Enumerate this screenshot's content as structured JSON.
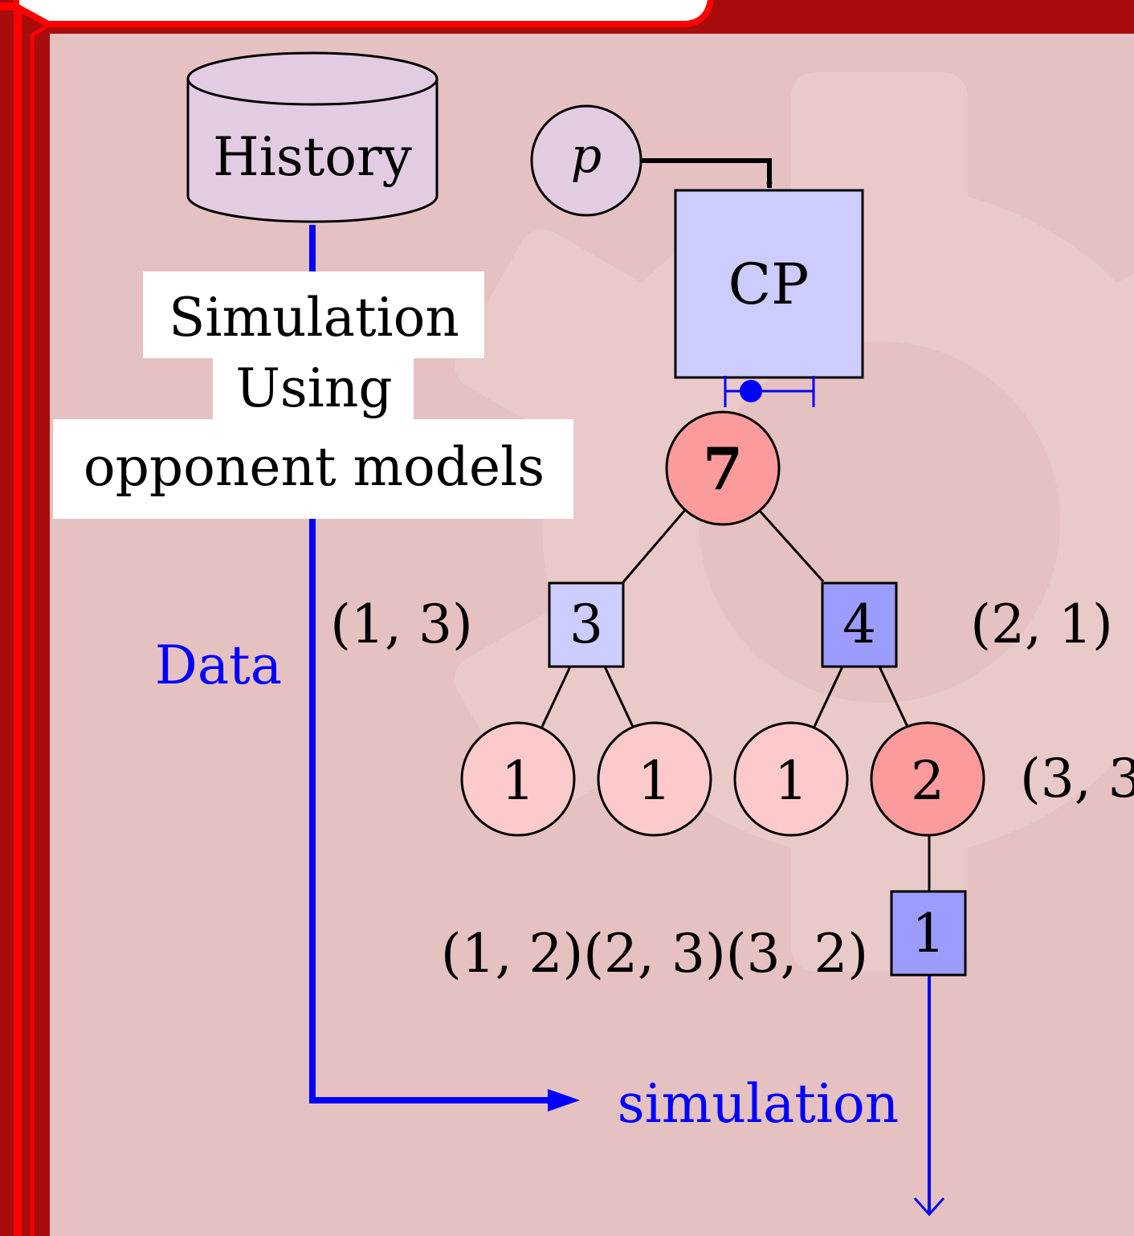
{
  "colors": {
    "frame": "#a80c0c",
    "frame_accent": "#ff0000",
    "panel": "#e5c1c1",
    "database_fill": "#e2cce2",
    "cp_fill": "#ccccff",
    "square_light": "#ccccff",
    "square_dark": "#9c9cff",
    "circle_dark": "#fc9b9b",
    "circle_light": "#fccaca",
    "data_flow": "#0000ff"
  },
  "database": {
    "label": "History",
    "icon": "database-cylinder-icon"
  },
  "input_node": {
    "label": "p"
  },
  "cp_box": {
    "label": "CP"
  },
  "sim_label": {
    "line1": "Simulation",
    "line2": "Using",
    "line3": "opponent models"
  },
  "data_label": "Data",
  "simulation_label": "simulation",
  "tree": {
    "root": {
      "value": "7"
    },
    "left": {
      "value": "3",
      "pair": "(1, 3)"
    },
    "right": {
      "value": "4",
      "pair": "(2, 1)"
    },
    "leaves": [
      {
        "value": "1"
      },
      {
        "value": "1"
      },
      {
        "value": "1"
      },
      {
        "value": "2",
        "pair": "(3, 3"
      }
    ],
    "bottom": {
      "value": "1",
      "pair": "(1, 2)(2, 3)(3, 2)"
    }
  }
}
